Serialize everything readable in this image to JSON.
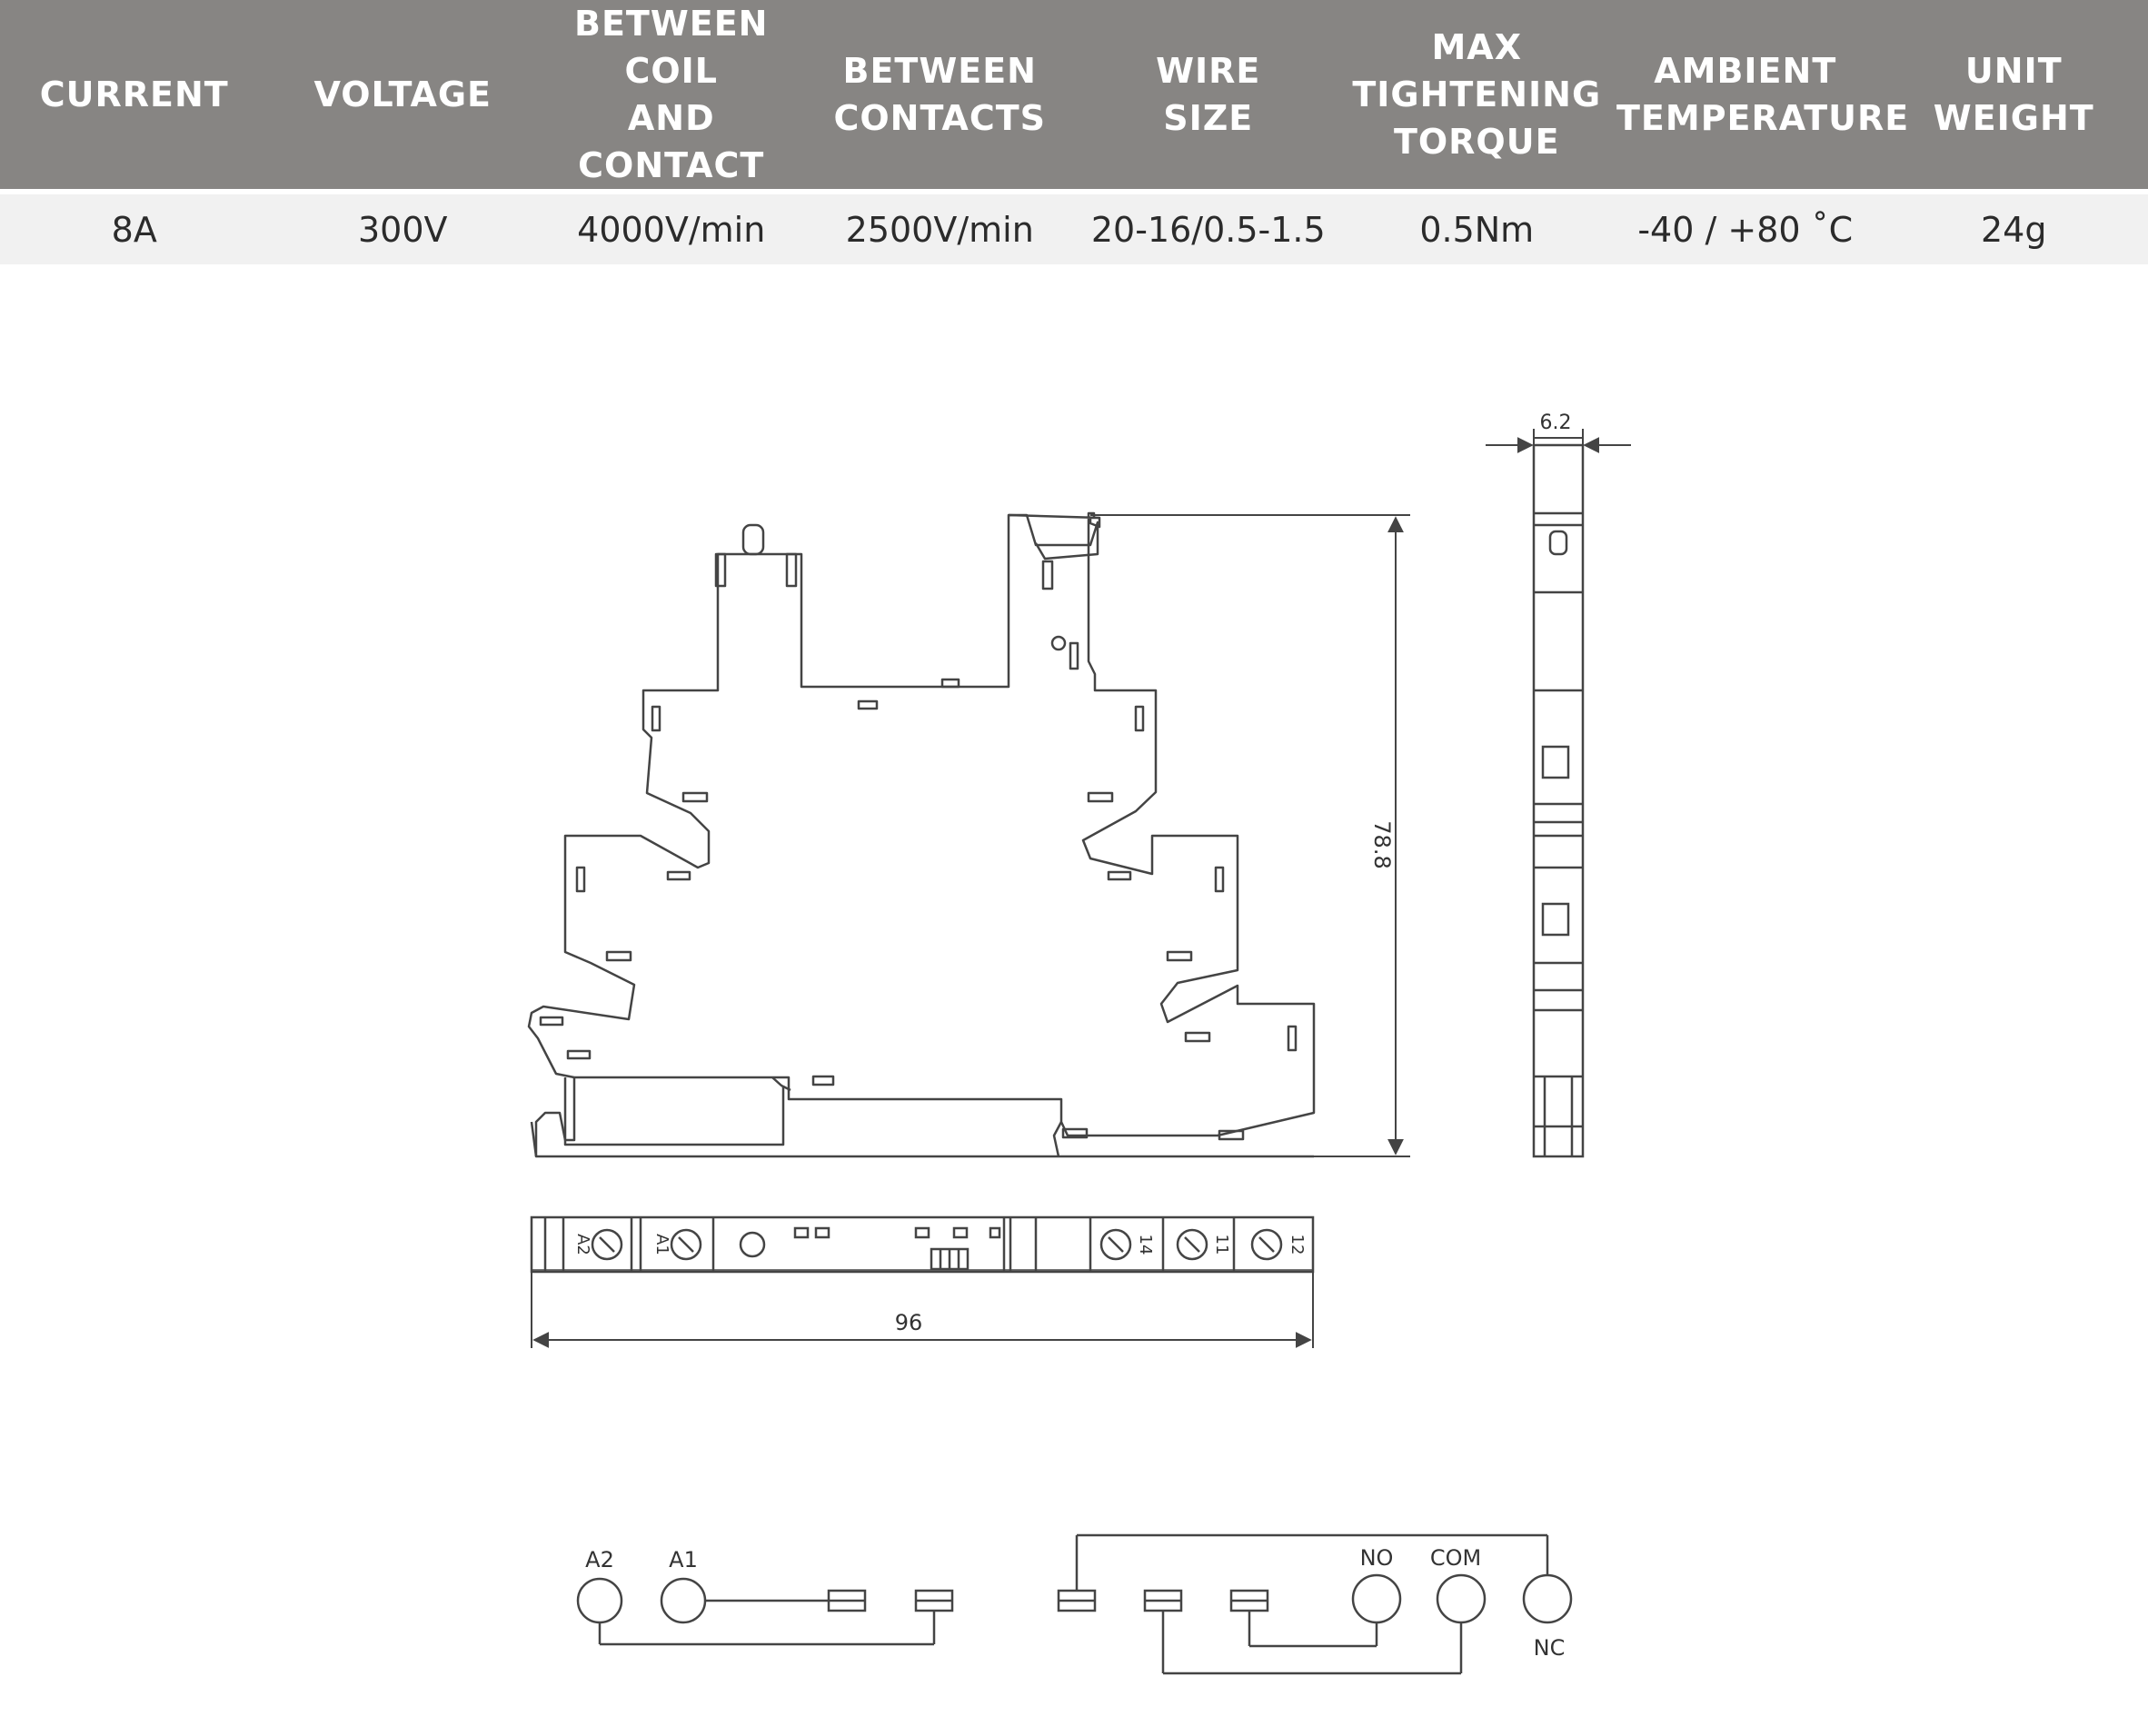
{
  "spec_table": {
    "headers": [
      "CURRENT",
      "VOLTAGE",
      "BETWEEN COIL\nAND CONTACT",
      "BETWEEN\nCONTACTS",
      "WIRE\nSIZE",
      "MAX TIGHTENING\nTORQUE",
      "AMBIENT\nTEMPERATURE",
      "UNIT\nWEIGHT"
    ],
    "values": [
      "8A",
      "300V",
      "4000V/min",
      "2500V/min",
      "20-16/0.5-1.5",
      "0.5Nm",
      "-40 / +80 ˚C",
      "24g"
    ]
  },
  "dimensions": {
    "width": "6.2",
    "height": "78.8",
    "length": "96"
  },
  "terminal_labels": {
    "front_view": [
      "A2",
      "A1",
      "14",
      "11",
      "12"
    ],
    "wiring": {
      "a2": "A2",
      "a1": "A1",
      "no": "NO",
      "com": "COM",
      "nc": "NC"
    }
  },
  "colors": {
    "header_bg": "#878583",
    "header_text": "#ffffff",
    "row_bg": "#f1f1f1",
    "line": "#444444"
  }
}
